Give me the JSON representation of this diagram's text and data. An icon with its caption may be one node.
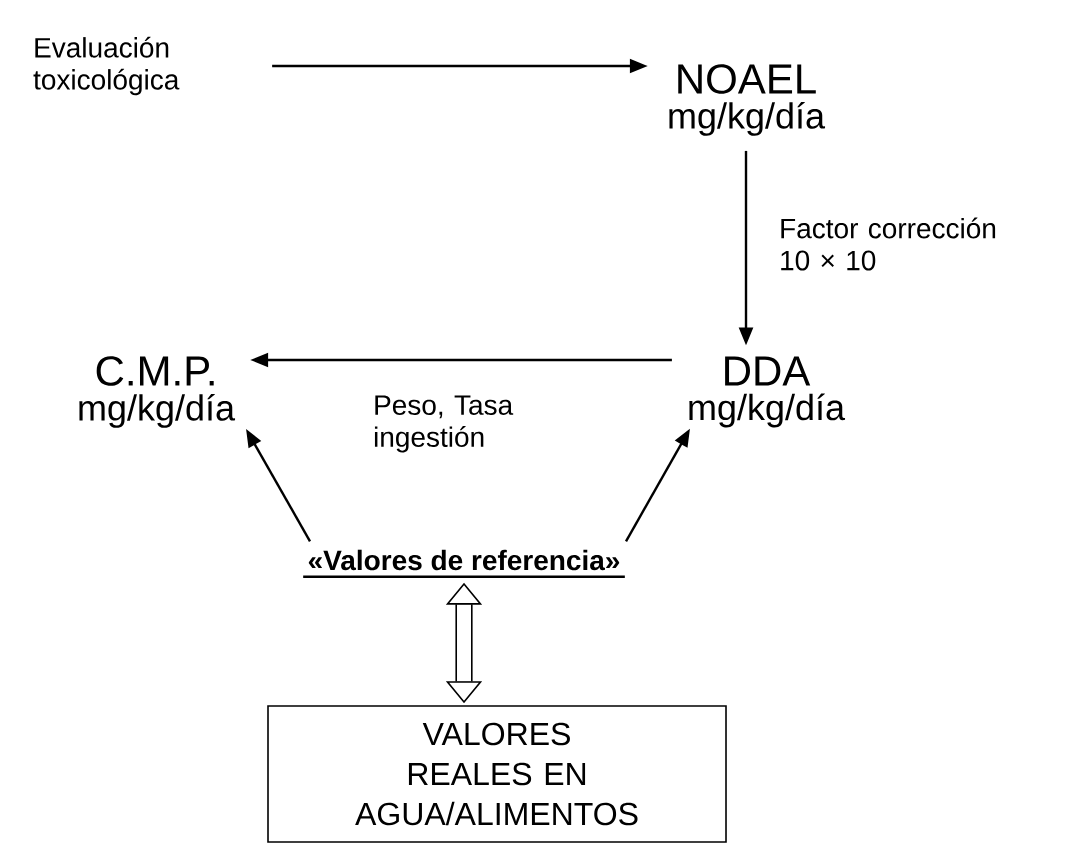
{
  "diagram": {
    "nodes": [
      {
        "text": [
          "Evaluación toxicológica"
        ]
      },
      {
        "text": [
          "NOAEL",
          "mg/kg/día"
        ]
      },
      {
        "text": [
          "DDA",
          "mg/kg/día"
        ]
      },
      {
        "text": [
          "C.M.P.",
          "mg/kg/día"
        ]
      },
      {
        "text": [
          "«Valores de referencia»"
        ]
      },
      {
        "text": [
          "VALORES REALES EN AGUA/ALIMENTOS"
        ]
      }
    ],
    "edges": [
      {
        "from": 0,
        "to": 1,
        "arrow": "to"
      },
      {
        "from": 1,
        "to": 2,
        "arrow": "to",
        "label": "Factor corrección 10 × 10"
      },
      {
        "from": 2,
        "to": 3,
        "arrow": "to",
        "label": "Peso, Tasa ingestión"
      },
      {
        "from": 4,
        "to": 3,
        "arrow": "to"
      },
      {
        "from": 4,
        "to": 2,
        "arrow": "to"
      },
      {
        "from": 4,
        "to": 5,
        "arrow": "both",
        "style": "thick"
      }
    ]
  }
}
